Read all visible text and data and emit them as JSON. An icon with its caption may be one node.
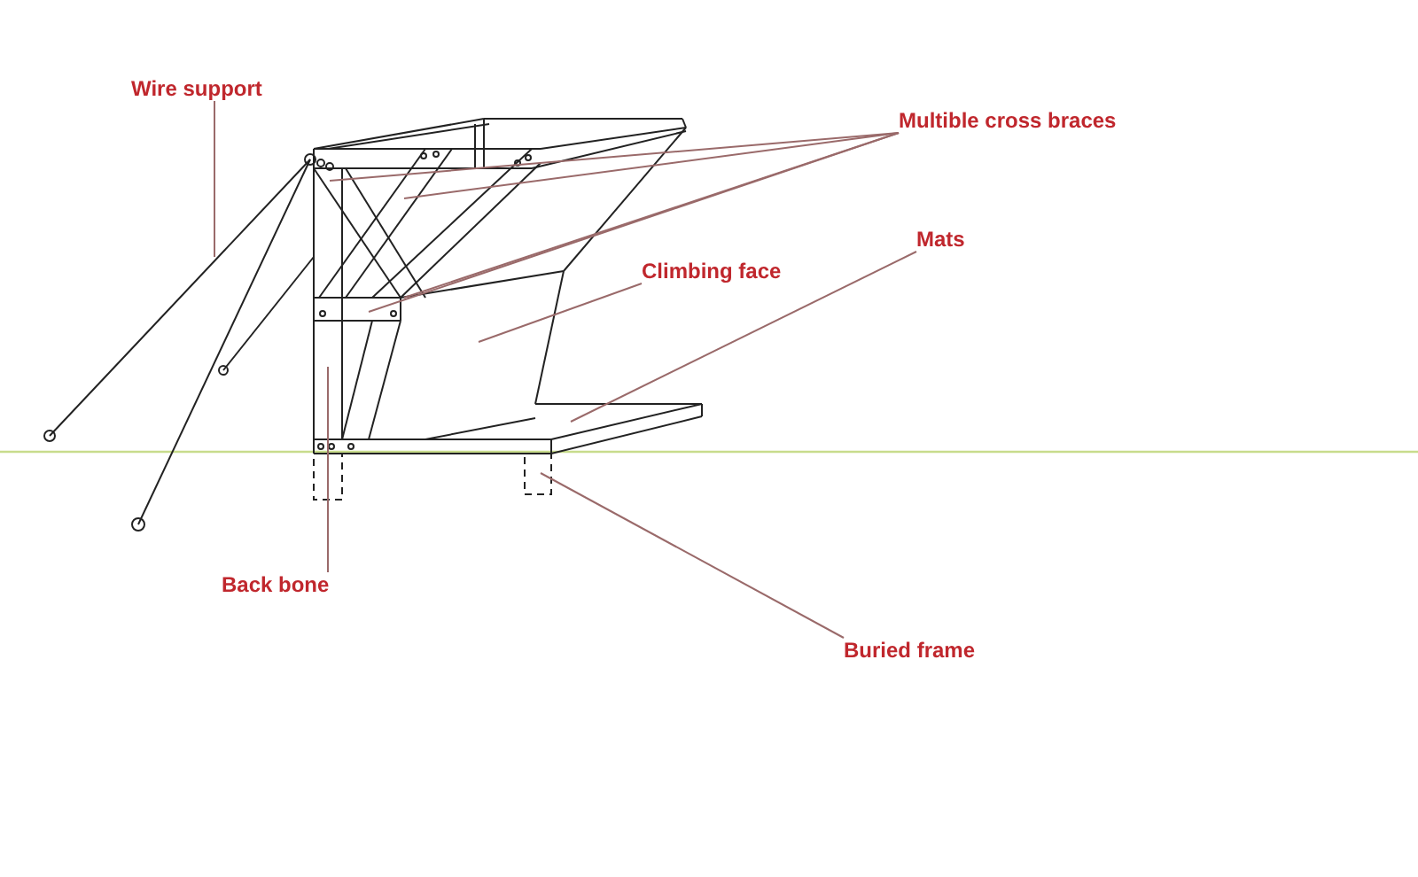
{
  "diagram": {
    "nodes": [
      {
        "text": [
          "Wire support"
        ]
      },
      {
        "text": [
          "Multible cross braces"
        ]
      },
      {
        "text": [
          "Mats"
        ]
      },
      {
        "text": [
          "Climbing face"
        ]
      },
      {
        "text": [
          "Back bone"
        ]
      },
      {
        "text": [
          "Buried frame"
        ]
      }
    ],
    "edges": [
      {
        "from": 0,
        "to": null,
        "arrow": "none"
      },
      {
        "from": 1,
        "to": null,
        "arrow": "none"
      },
      {
        "from": 1,
        "to": null,
        "arrow": "none"
      },
      {
        "from": 1,
        "to": null,
        "arrow": "none"
      },
      {
        "from": 1,
        "to": null,
        "arrow": "none"
      },
      {
        "from": 2,
        "to": null,
        "arrow": "none"
      },
      {
        "from": 3,
        "to": null,
        "arrow": "none"
      },
      {
        "from": 4,
        "to": null,
        "arrow": "none"
      },
      {
        "from": 5,
        "to": null,
        "arrow": "none"
      }
    ]
  }
}
